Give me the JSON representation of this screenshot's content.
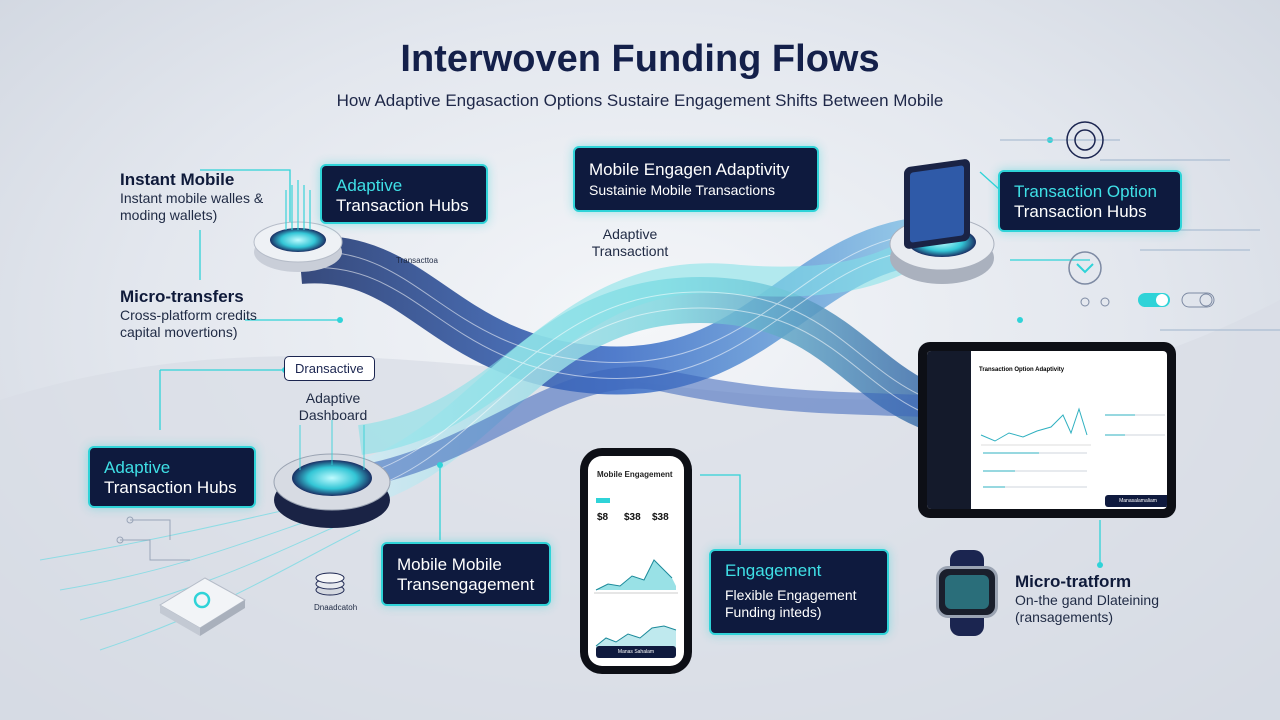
{
  "title": "Interwoven Funding Flows",
  "subtitle": "How Adaptive Engasaction Options Sustaire Engagement Shifts Between Mobile",
  "left_notes": {
    "instant": {
      "heading": "Instant Mobile",
      "line1": "Instant mobile walles &",
      "line2": "moding wallets)"
    },
    "micro": {
      "heading": "Micro-transfers",
      "line1": "Cross-platform credits",
      "line2": "capital movertions)"
    }
  },
  "cards": {
    "adaptive_top": {
      "line1": "Adaptive",
      "line2": "Transaction Hubs"
    },
    "mobile_engagen": {
      "line1": "Mobile Engagen Adaptivity",
      "line2": "Sustainie Mobile Transactions"
    },
    "transaction_option": {
      "line1": "Transaction Option",
      "line2": "Transaction Hubs"
    },
    "adaptive_left": {
      "line1": "Adaptive",
      "line2": "Transaction Hubs"
    },
    "mobile_mobile": {
      "line1": "Mobile Mobile",
      "line2": "Transengagement"
    },
    "engagement": {
      "line1": "Engagement",
      "line2": "Flexible Engagement",
      "line3": "Funding inteds)"
    }
  },
  "labels": {
    "dransactive": "Dransactive",
    "adaptive_dashboard_1": "Adaptive",
    "adaptive_dashboard_2": "Dashboard",
    "adaptive_transactiont_1": "Adaptive",
    "adaptive_transactiont_2": "Transactiont",
    "transaction_small": "Transacttoa",
    "coin_label": "Dnaadcatoh"
  },
  "micro_tratform": {
    "heading": "Micro-tratform",
    "line1": "On-the gand Dlateining",
    "line2": "(ransagements)"
  },
  "phone": {
    "title": "Mobile Engagement",
    "stats": [
      "$8",
      "$38",
      "$38"
    ],
    "button": "Manas Sahalam"
  },
  "tablet": {
    "title": "Transaction Option Adaptivity",
    "button": "Manasalamaliam"
  },
  "colors": {
    "accent": "#2fd3d8",
    "navy": "#0e1a3e",
    "title": "#14204a"
  }
}
